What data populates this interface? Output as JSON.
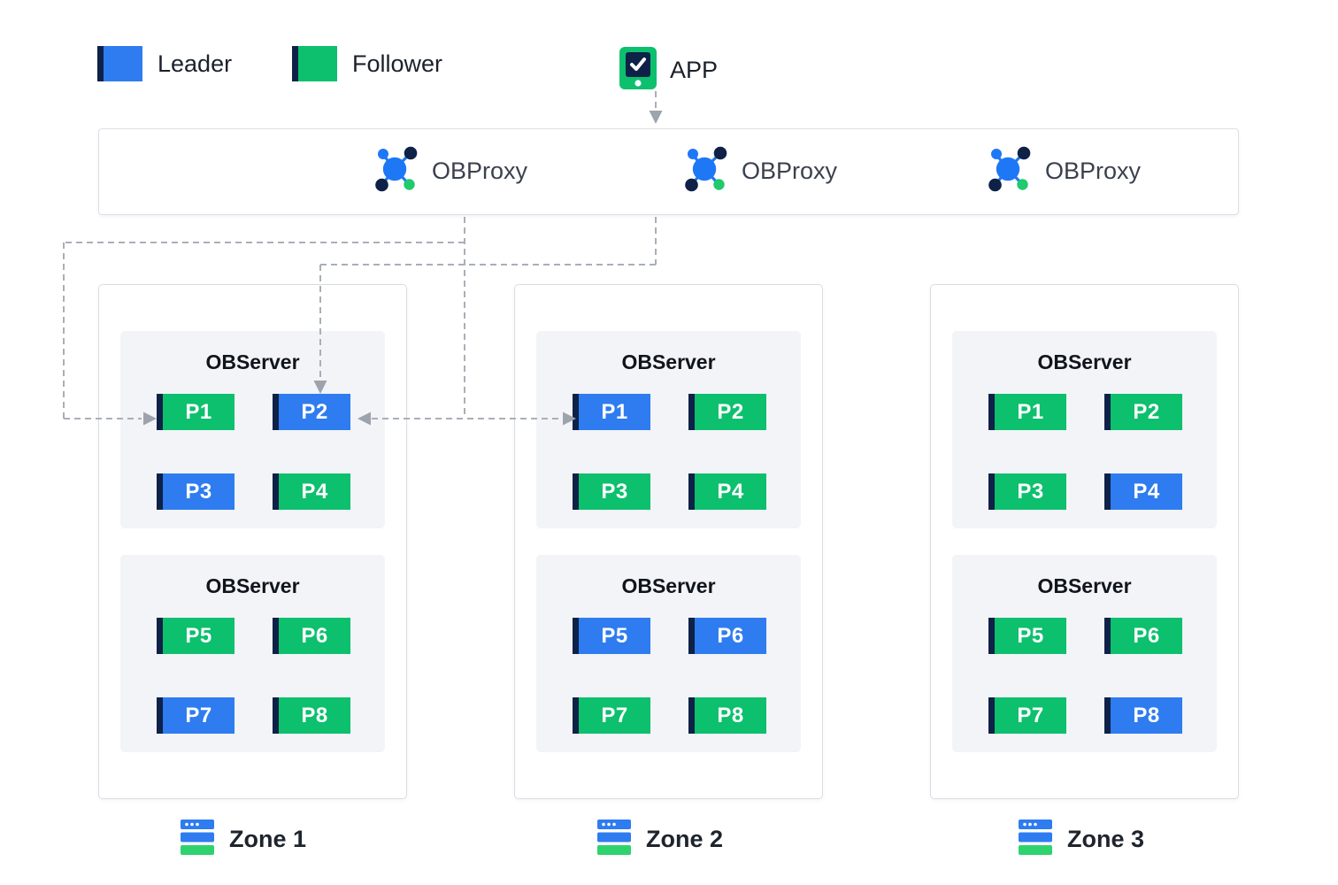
{
  "legend": {
    "items": [
      {
        "label": "Leader",
        "role": "leader",
        "color": "#2E7CF0"
      },
      {
        "label": "Follower",
        "role": "follower",
        "color": "#0CC06E"
      }
    ]
  },
  "app": {
    "label": "APP"
  },
  "proxies": {
    "items": [
      {
        "label": "OBProxy"
      },
      {
        "label": "OBProxy"
      },
      {
        "label": "OBProxy"
      }
    ]
  },
  "zones": [
    {
      "name": "Zone 1",
      "observers": [
        {
          "title": "OBServer",
          "partitions": [
            {
              "label": "P1",
              "role": "follower"
            },
            {
              "label": "P2",
              "role": "leader"
            },
            {
              "label": "P3",
              "role": "leader"
            },
            {
              "label": "P4",
              "role": "follower"
            }
          ]
        },
        {
          "title": "OBServer",
          "partitions": [
            {
              "label": "P5",
              "role": "follower"
            },
            {
              "label": "P6",
              "role": "follower"
            },
            {
              "label": "P7",
              "role": "leader"
            },
            {
              "label": "P8",
              "role": "follower"
            }
          ]
        }
      ]
    },
    {
      "name": "Zone 2",
      "observers": [
        {
          "title": "OBServer",
          "partitions": [
            {
              "label": "P1",
              "role": "leader"
            },
            {
              "label": "P2",
              "role": "follower"
            },
            {
              "label": "P3",
              "role": "follower"
            },
            {
              "label": "P4",
              "role": "follower"
            }
          ]
        },
        {
          "title": "OBServer",
          "partitions": [
            {
              "label": "P5",
              "role": "leader"
            },
            {
              "label": "P6",
              "role": "leader"
            },
            {
              "label": "P7",
              "role": "follower"
            },
            {
              "label": "P8",
              "role": "follower"
            }
          ]
        }
      ]
    },
    {
      "name": "Zone 3",
      "observers": [
        {
          "title": "OBServer",
          "partitions": [
            {
              "label": "P1",
              "role": "follower"
            },
            {
              "label": "P2",
              "role": "follower"
            },
            {
              "label": "P3",
              "role": "follower"
            },
            {
              "label": "P4",
              "role": "leader"
            }
          ]
        },
        {
          "title": "OBServer",
          "partitions": [
            {
              "label": "P5",
              "role": "follower"
            },
            {
              "label": "P6",
              "role": "follower"
            },
            {
              "label": "P7",
              "role": "follower"
            },
            {
              "label": "P8",
              "role": "leader"
            }
          ]
        }
      ]
    }
  ],
  "colors": {
    "leader": "#2E7CF0",
    "follower": "#0CC06E",
    "navy": "#0E2147",
    "dash": "#A9AFB8"
  },
  "connections": [
    {
      "from": "obproxy-row",
      "to": "zone1-p1"
    },
    {
      "from": "obproxy-row",
      "to": "zone1-p2"
    },
    {
      "from": "obproxy-row",
      "to": "zone2-p1"
    },
    {
      "from": "app",
      "to": "obproxy-row"
    }
  ]
}
